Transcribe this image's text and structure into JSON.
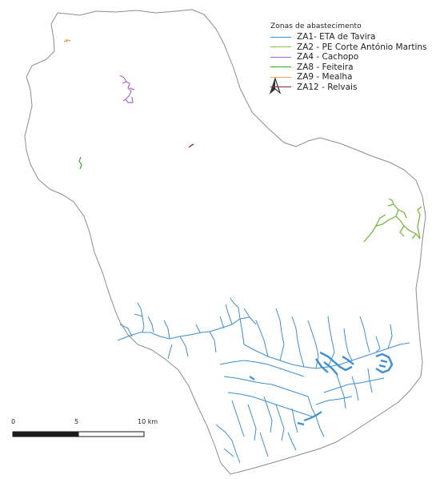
{
  "legend": {
    "title": "Zonas de abastecimento",
    "items": [
      {
        "label": "ZA1- ETA de Tavira",
        "color": "#3d8fd6"
      },
      {
        "label": "ZA2 - PE Corte António Martins",
        "color": "#88c057"
      },
      {
        "label": "ZA4 - Cachopo",
        "color": "#a56ad8"
      },
      {
        "label": "ZA8 - Feiteira",
        "color": "#42a832"
      },
      {
        "label": "ZA9 - Mealha",
        "color": "#f0a050"
      },
      {
        "label": "ZA12 - Relvais",
        "color": "#8a2a4a"
      }
    ]
  },
  "scale_bar": {
    "labels": [
      "0",
      "5",
      "10 km"
    ]
  },
  "north_arrow": {
    "icon": "north-arrow-icon"
  },
  "colors": {
    "boundary": "#8c8c8c",
    "network_main": "#3d8fd6"
  }
}
